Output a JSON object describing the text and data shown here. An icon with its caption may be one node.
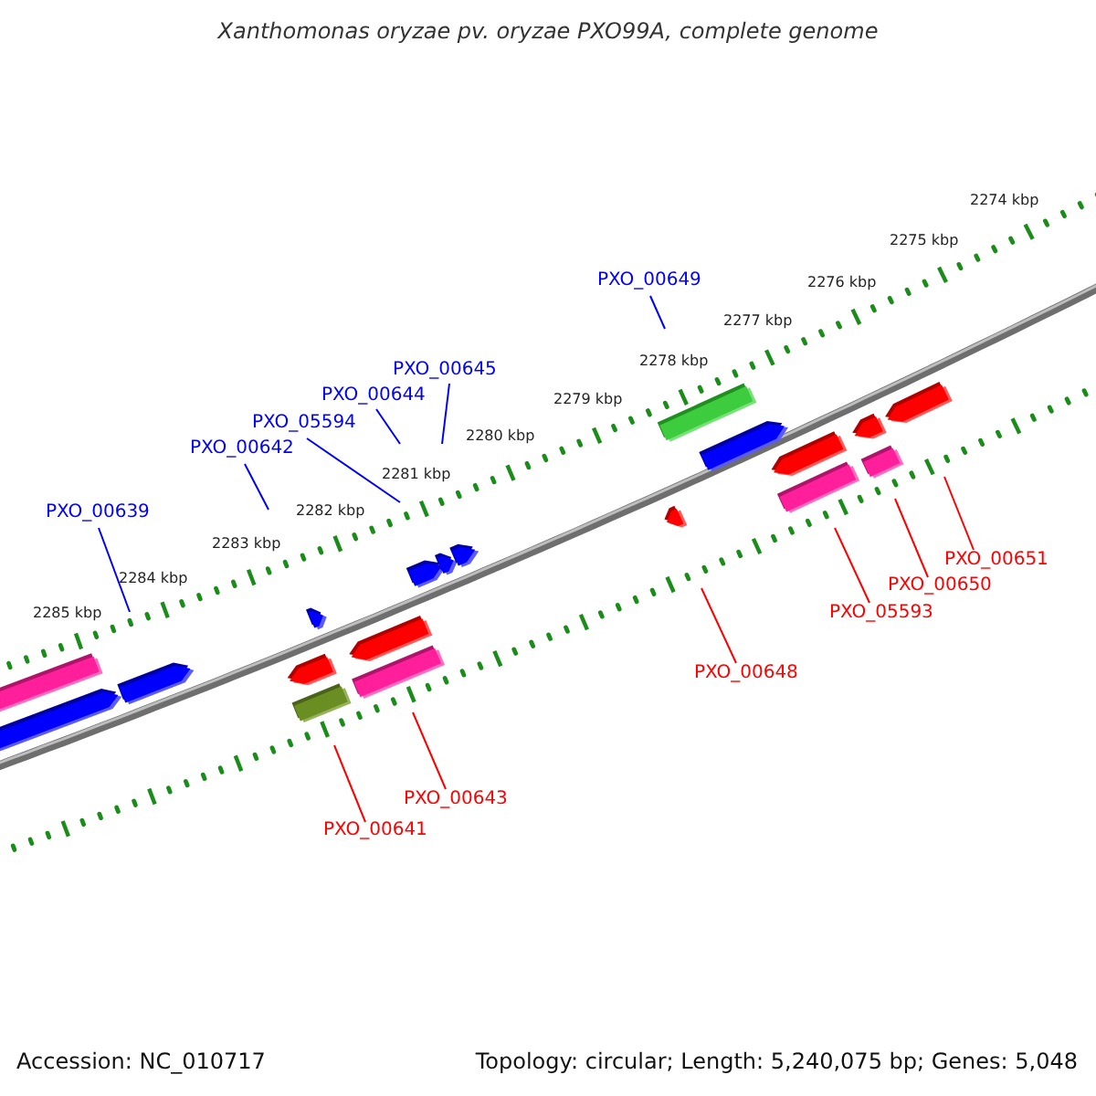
{
  "diagram": {
    "title": "Xanthomonas oryzae pv. oryzae PXO99A, complete genome",
    "nodes": [
      {
        "text": [
          "PXO_00649"
        ]
      },
      {
        "text": [
          "PXO_00645"
        ]
      },
      {
        "text": [
          "PXO_00644"
        ]
      },
      {
        "text": [
          "PXO_05594"
        ]
      },
      {
        "text": [
          "PXO_00642"
        ]
      },
      {
        "text": [
          "PXO_00639"
        ]
      },
      {
        "text": [
          "PXO_00651"
        ]
      },
      {
        "text": [
          "PXO_00650"
        ]
      },
      {
        "text": [
          "PXO_05593"
        ]
      },
      {
        "text": [
          "PXO_00648"
        ]
      },
      {
        "text": [
          "PXO_00643"
        ]
      },
      {
        "text": [
          "PXO_00641"
        ]
      }
    ],
    "edges": [
      {
        "from": 0,
        "to": null,
        "arrow": "none",
        "color": "#0000ff"
      },
      {
        "from": 1,
        "to": null,
        "arrow": "none",
        "color": "#0000ff"
      },
      {
        "from": 2,
        "to": null,
        "arrow": "none",
        "color": "#0000ff"
      },
      {
        "from": 3,
        "to": null,
        "arrow": "none",
        "color": "#0000ff"
      },
      {
        "from": 4,
        "to": null,
        "arrow": "none",
        "color": "#0000ff"
      },
      {
        "from": 5,
        "to": null,
        "arrow": "none",
        "color": "#0000ff"
      },
      {
        "from": 6,
        "to": null,
        "arrow": "none",
        "color": "#ff0000"
      },
      {
        "from": 7,
        "to": null,
        "arrow": "none",
        "color": "#ff0000"
      },
      {
        "from": 8,
        "to": null,
        "arrow": "none",
        "color": "#ff0000"
      },
      {
        "from": 9,
        "to": null,
        "arrow": "none",
        "color": "#ff0000"
      },
      {
        "from": 10,
        "to": null,
        "arrow": "none",
        "color": "#ff0000"
      },
      {
        "from": 11,
        "to": null,
        "arrow": "none",
        "color": "#ff0000"
      }
    ],
    "labels": [
      "2274 kbp",
      "2275 kbp",
      "2276 kbp",
      "2277 kbp",
      "2278 kbp",
      "2279 kbp",
      "2280 kbp",
      "2281 kbp",
      "2282 kbp",
      "2283 kbp",
      "2284 kbp",
      "2285 kbp",
      "Accession: NC_010717",
      "Topology: circular; Length: 5,240,075 bp; Genes: 5,048"
    ]
  }
}
